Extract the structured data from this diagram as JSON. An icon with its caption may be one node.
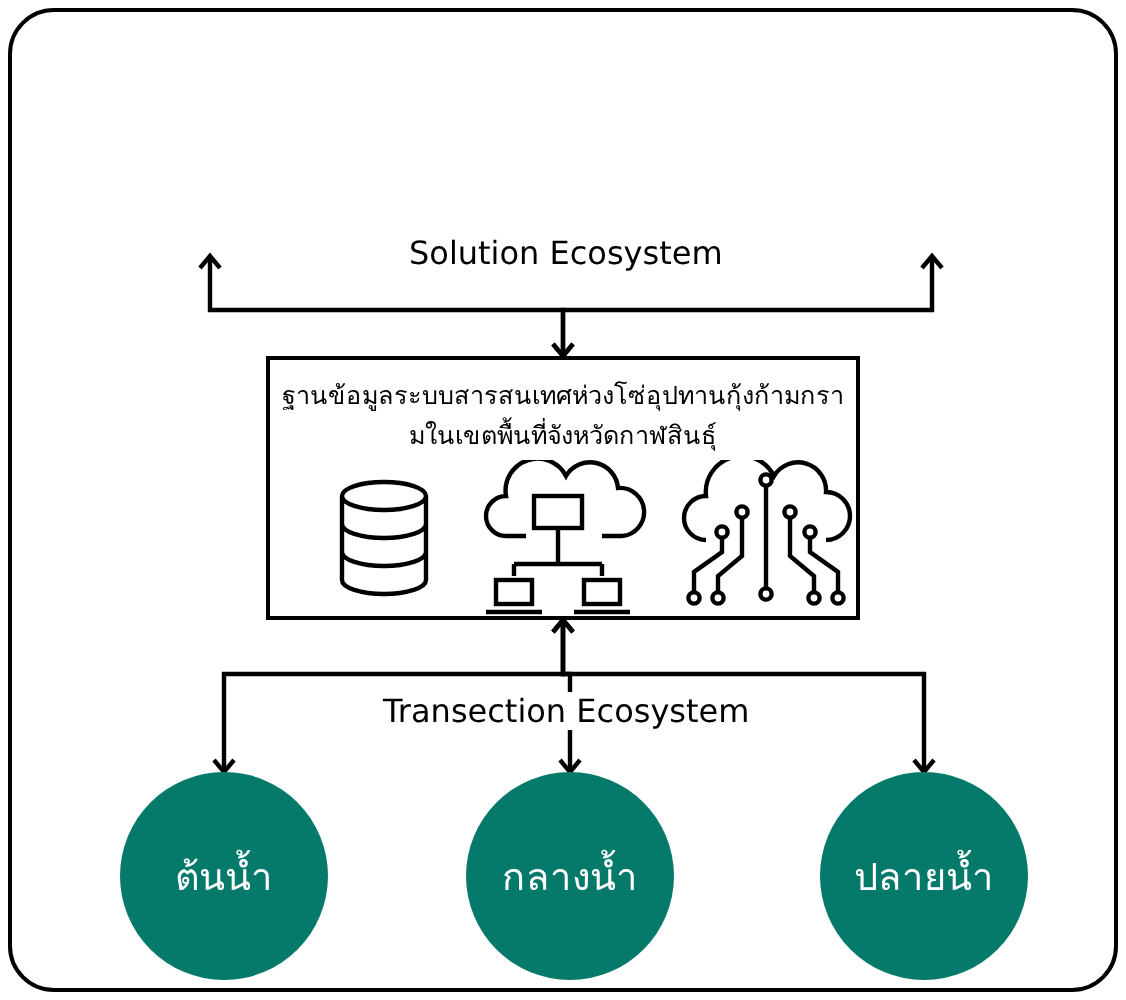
{
  "diagram": {
    "nodes": [
      {
        "text": [
          "ฐานข้อมูลระบบสารสนเทศห่วงโซ่อุปทานกุ้งก้ามกรามในเขตพื้นที่จังหวัดกาฬสินธุ์"
        ]
      },
      {
        "text": [
          "ต้นน้ำ"
        ]
      },
      {
        "text": [
          "กลางน้ำ"
        ]
      },
      {
        "text": [
          "ปลายน้ำ"
        ]
      }
    ],
    "edges": [
      {
        "from": 0,
        "to": null,
        "arrow": "both"
      },
      {
        "from": 0,
        "to": null,
        "arrow": "both"
      },
      {
        "from": 0,
        "to": 1,
        "arrow": "both"
      },
      {
        "from": 0,
        "to": 2,
        "arrow": "both"
      },
      {
        "from": 0,
        "to": 3,
        "arrow": "both"
      }
    ],
    "labels": [
      "Solution Ecosystem",
      "Transection Ecosystem"
    ]
  }
}
